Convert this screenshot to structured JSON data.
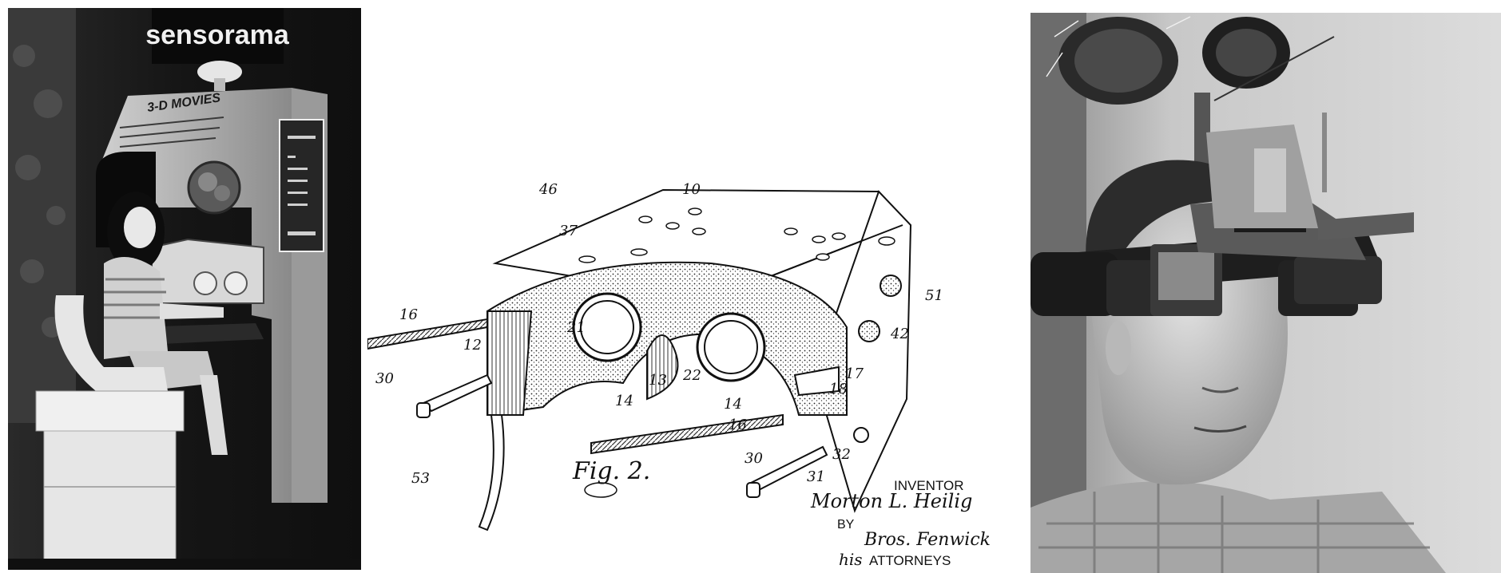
{
  "panels": [
    {
      "id": "sensorama-photo",
      "sign_text": "sensorama",
      "cabinet_text": "3-D MOVIES"
    },
    {
      "id": "headset-patent-drawing",
      "part_numbers": [
        "46",
        "10",
        "37",
        "16",
        "12",
        "21",
        "13",
        "22",
        "14",
        "51",
        "42",
        "17",
        "18",
        "30",
        "53",
        "16",
        "32",
        "30",
        "31",
        "14"
      ],
      "figure_label": "Fig. 2.",
      "inventor_label": "INVENTOR",
      "inventor_signature": "Morton L. Heilig",
      "by_label": "BY",
      "attorney_signature": "Bros. Fenwick",
      "attorneys_label": "ATTORNEYS",
      "his_signature": "his"
    },
    {
      "id": "hmd-photo"
    }
  ]
}
